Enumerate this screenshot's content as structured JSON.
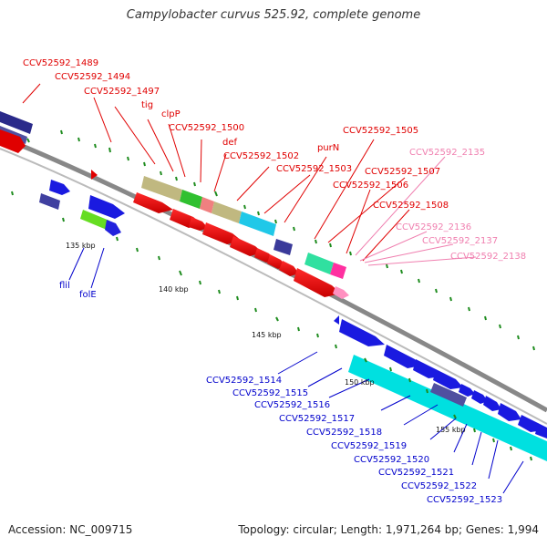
{
  "title": "Campylobacter curvus 525.92, complete genome",
  "accession": "Accession: NC_009715",
  "summary": "Topology: circular; Length: 1,971,264 bp; Genes: 1,994",
  "colors": {
    "top_labels": "#e00000",
    "top_labels_faded": "#f080b0",
    "bottom_labels": "#0000cc",
    "tick_green": "#1e8c1e",
    "backbone": "#808080"
  },
  "scale": {
    "ticks": [
      "135 kbp",
      "140 kbp",
      "145 kbp",
      "150 kbp",
      "155 kbp"
    ]
  },
  "labels": {
    "top": [
      "CCV52592_1489",
      "CCV52592_1494",
      "CCV52592_1497",
      "tig",
      "clpP",
      "CCV52592_1500",
      "def",
      "CCV52592_1502",
      "CCV52592_1503",
      "purN",
      "CCV52592_1505",
      "CCV52592_1507",
      "CCV52592_1506",
      "CCV52592_1508"
    ],
    "top_faded": [
      "CCV52592_2135",
      "CCV52592_2136",
      "CCV52592_2137",
      "CCV52592_2138"
    ],
    "left": [
      "flil",
      "folE"
    ],
    "bottom": [
      "CCV52592_1514",
      "CCV52592_1515",
      "CCV52592_1516",
      "CCV52592_1517",
      "CCV52592_1518",
      "CCV52592_1519",
      "CCV52592_1520",
      "CCV52592_1521",
      "CCV52592_1522",
      "CCV52592_1523"
    ]
  }
}
